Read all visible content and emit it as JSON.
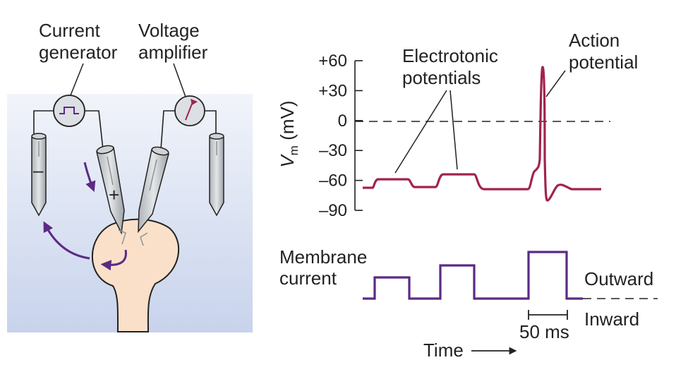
{
  "setup": {
    "current_generator_label": [
      "Current",
      "generator"
    ],
    "voltage_amplifier_label": [
      "Voltage",
      "amplifier"
    ],
    "plus_sign": "+",
    "minus_sign": "–"
  },
  "voltage_trace": {
    "annotations": {
      "electrotonic": [
        "Electrotonic",
        "potentials"
      ],
      "action_potential": [
        "Action",
        "potential"
      ]
    },
    "ylabel_main": "V",
    "ylabel_sub": "m",
    "ylabel_unit": " (mV)",
    "yticks": [
      "+60",
      "+30",
      "0",
      "–30",
      "–60",
      "–90"
    ]
  },
  "current_trace": {
    "label": [
      "Membrane",
      "current"
    ],
    "outward_label": "Outward",
    "inward_label": "Inward",
    "scale_label": "50 ms"
  },
  "time_label": "Time",
  "colors": {
    "purple": "#5b2a86",
    "maroon": "#a0234d",
    "cell": "#fbe0c9",
    "panel_top": "#e9eef7",
    "panel_bottom": "#c9d4ec"
  }
}
